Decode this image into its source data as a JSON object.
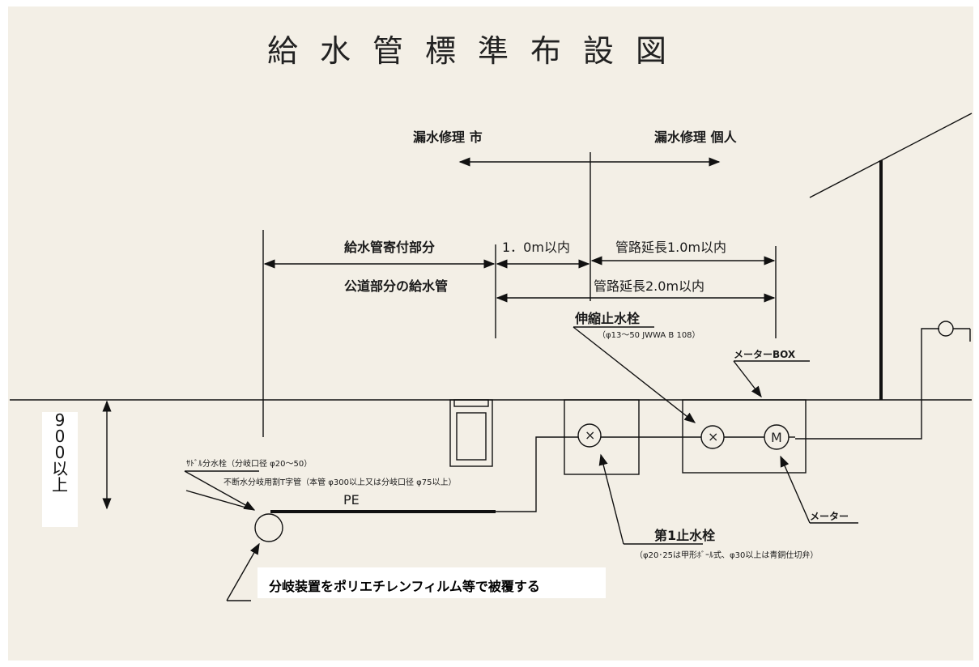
{
  "title": "給水管標準布設図",
  "labels": {
    "leak_city": "漏水修理  市",
    "leak_private": "漏水修理  個人",
    "attached_part": "給水管寄付部分",
    "within_1m": "1．0m以内",
    "pipe_ext_1m": "管路延長1.0m以内",
    "public_road": "公道部分の給水管",
    "pipe_ext_2m": "管路延長2.0m以内",
    "telescopic_valve": "伸縮止水栓",
    "telescopic_spec": "（φ13～50  JWWA B 108）",
    "meter_box": "メーターBOX",
    "saddle": "ｻﾄﾞﾙ分水栓（分岐口径 φ20～50）",
    "tee": "不断水分岐用割T字管（本管 φ300以上又は分岐口径 φ75以上）",
    "pe": "PE",
    "meter": "メーター",
    "first_valve": "第1止水栓",
    "first_valve_spec": "（φ20･25は甲形ﾎﾞｰﾙ式、φ30以上は青銅仕切弁）",
    "covering": "分岐装置をポリエチレンフィルム等で被覆する",
    "depth": [
      "9",
      "0",
      "0",
      "以",
      "上"
    ]
  },
  "symbols": {
    "valve_mark": "×",
    "meter_mark": "M"
  },
  "colors": {
    "paper": "#f3efe6",
    "ink": "#1a1a1a"
  }
}
